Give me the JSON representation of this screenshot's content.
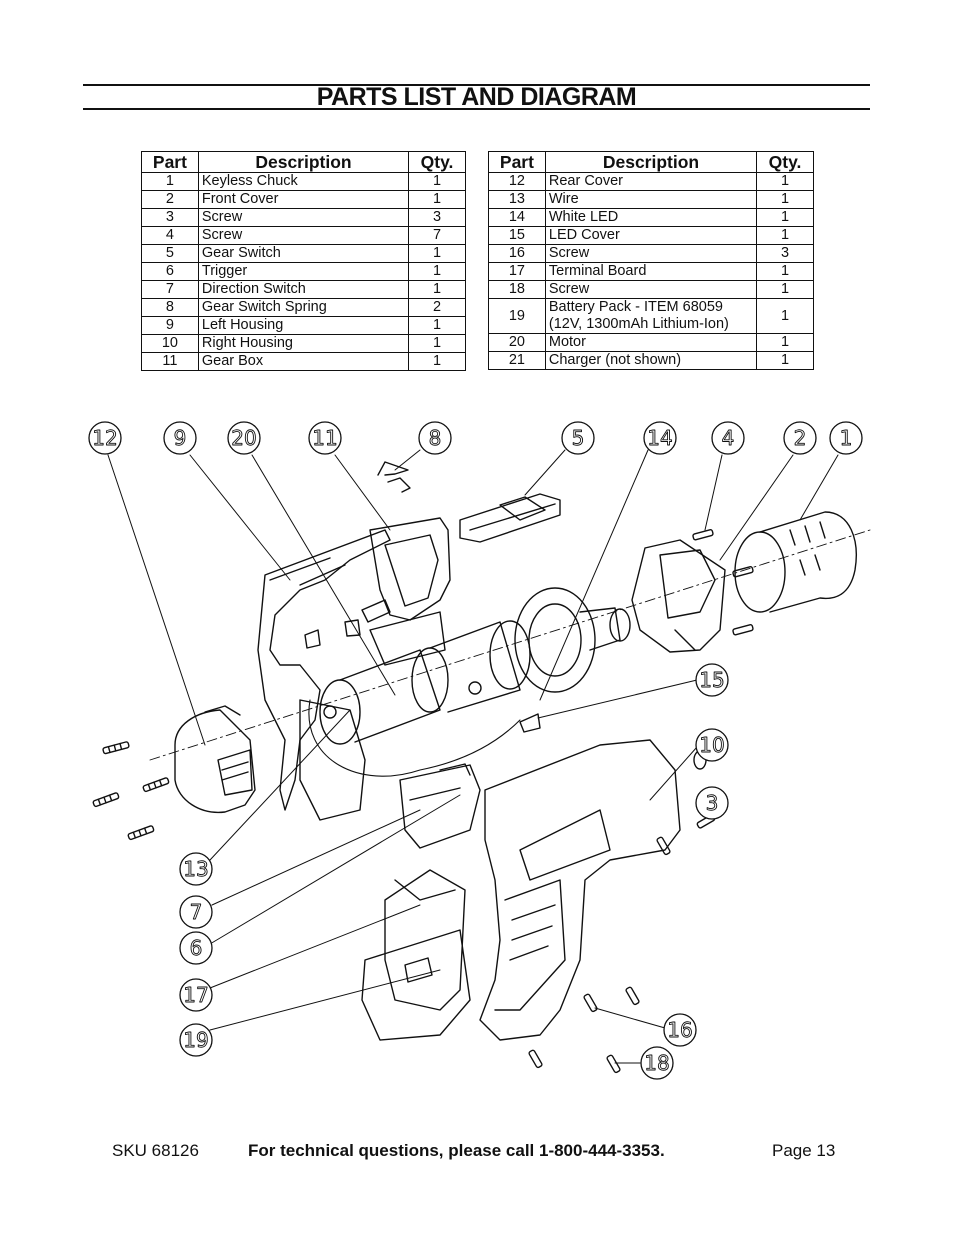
{
  "page": {
    "title": "PARTS LIST AND DIAGRAM"
  },
  "table_left": {
    "headers": [
      "Part",
      "Description",
      "Qty."
    ],
    "rows": [
      {
        "part": "1",
        "desc": "Keyless Chuck",
        "qty": "1"
      },
      {
        "part": "2",
        "desc": "Front Cover",
        "qty": "1"
      },
      {
        "part": "3",
        "desc": "Screw",
        "qty": "3"
      },
      {
        "part": "4",
        "desc": "Screw",
        "qty": "7"
      },
      {
        "part": "5",
        "desc": "Gear Switch",
        "qty": "1"
      },
      {
        "part": "6",
        "desc": "Trigger",
        "qty": "1"
      },
      {
        "part": "7",
        "desc": "Direction Switch",
        "qty": "1"
      },
      {
        "part": "8",
        "desc": "Gear Switch Spring",
        "qty": "2"
      },
      {
        "part": "9",
        "desc": "Left Housing",
        "qty": "1"
      },
      {
        "part": "10",
        "desc": "Right Housing",
        "qty": "1"
      },
      {
        "part": "11",
        "desc": "Gear Box",
        "qty": "1"
      }
    ]
  },
  "table_right": {
    "headers": [
      "Part",
      "Description",
      "Qty."
    ],
    "rows": [
      {
        "part": "12",
        "desc": "Rear Cover",
        "qty": "1"
      },
      {
        "part": "13",
        "desc": "Wire",
        "qty": "1"
      },
      {
        "part": "14",
        "desc": "White LED",
        "qty": "1"
      },
      {
        "part": "15",
        "desc": "LED Cover",
        "qty": "1"
      },
      {
        "part": "16",
        "desc": "Screw",
        "qty": "3"
      },
      {
        "part": "17",
        "desc": "Terminal Board",
        "qty": "1"
      },
      {
        "part": "18",
        "desc": "Screw",
        "qty": "1"
      },
      {
        "part": "19",
        "desc": "Battery Pack - ITEM 68059",
        "desc2": "(12V, 1300mAh Lithium-Ion)",
        "qty": "1"
      },
      {
        "part": "20",
        "desc": "Motor",
        "qty": "1"
      },
      {
        "part": "21",
        "desc": "Charger (not shown)",
        "qty": "1"
      }
    ]
  },
  "diagram": {
    "callouts": [
      "12",
      "9",
      "20",
      "11",
      "8",
      "5",
      "14",
      "4",
      "2",
      "1",
      "15",
      "10",
      "3",
      "13",
      "7",
      "6",
      "17",
      "19",
      "16",
      "18"
    ]
  },
  "footer": {
    "sku": "SKU 68126",
    "tech": "For technical questions, please call 1-800-444-3353.",
    "page": "Page 13"
  }
}
